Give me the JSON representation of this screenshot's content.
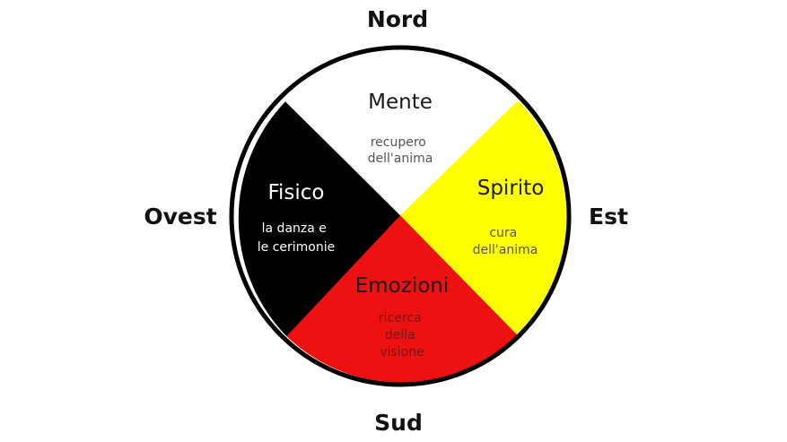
{
  "directions": {
    "north": "Nord",
    "south": "Sud",
    "west": "Ovest",
    "east": "Est"
  },
  "quadrants": {
    "top": {
      "title": "Mente",
      "subtitle_lines": [
        "recupero",
        "dell'anima"
      ],
      "fill": "#ffffff",
      "title_color": "#1a1a1a",
      "subtitle_color": "#555555"
    },
    "left": {
      "title": "Fisico",
      "subtitle_lines": [
        "la danza e",
        "le cerimonie"
      ],
      "fill": "#000000",
      "title_color": "#ffffff",
      "subtitle_color": "#ffffff"
    },
    "right": {
      "title": "Spirito",
      "subtitle_lines": [
        "cura",
        "dell'anima"
      ],
      "fill": "#ffff00",
      "title_color": "#1a1a1a",
      "subtitle_color": "#555555"
    },
    "bottom": {
      "title": "Emozioni",
      "subtitle_lines": [
        "ricerca",
        "della",
        "visione"
      ],
      "fill": "#ee1111",
      "title_color": "#1a1a1a",
      "subtitle_color": "#6a1a1a"
    }
  },
  "outline_color": "#000000"
}
